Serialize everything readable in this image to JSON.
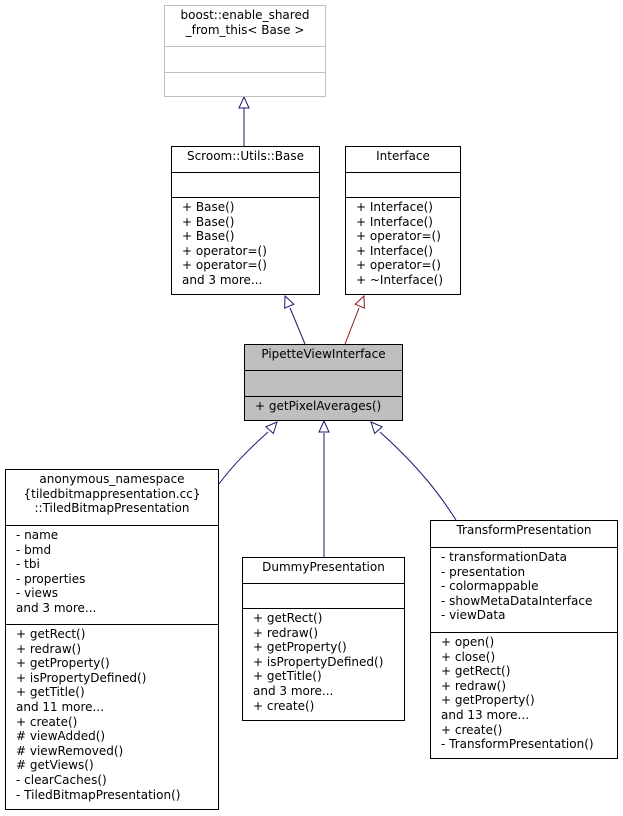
{
  "classes": [
    {
      "id": "enable-shared",
      "title": [
        "boost::enable_shared",
        "_from_this< Base >"
      ],
      "attributes": [],
      "methods": []
    },
    {
      "id": "scroom-base",
      "title": [
        "Scroom::Utils::Base"
      ],
      "attributes": [],
      "methods": [
        "+ Base()",
        "+ Base()",
        "+ Base()",
        "+ operator=()",
        "+ operator=()",
        "and 3 more..."
      ]
    },
    {
      "id": "interface",
      "title": [
        "Interface"
      ],
      "attributes": [],
      "methods": [
        "+ Interface()",
        "+ Interface()",
        "+ operator=()",
        "+ Interface()",
        "+ operator=()",
        "+ ~Interface()"
      ]
    },
    {
      "id": "pipette-view-interface",
      "title": [
        "PipetteViewInterface"
      ],
      "attributes": [],
      "methods": [
        "+ getPixelAverages()"
      ]
    },
    {
      "id": "tiled-bitmap-presentation",
      "title": [
        "anonymous_namespace",
        "{tiledbitmappresentation.cc}",
        "::TiledBitmapPresentation"
      ],
      "attributes": [
        "- name",
        "- bmd",
        "- tbi",
        "- properties",
        "- views",
        "and 3 more..."
      ],
      "methods": [
        "+ getRect()",
        "+ redraw()",
        "+ getProperty()",
        "+ isPropertyDefined()",
        "+ getTitle()",
        "and 11 more...",
        "+ create()",
        "# viewAdded()",
        "# viewRemoved()",
        "# getViews()",
        "- clearCaches()",
        "- TiledBitmapPresentation()"
      ]
    },
    {
      "id": "dummy-presentation",
      "title": [
        "DummyPresentation"
      ],
      "attributes": [],
      "methods": [
        "+ getRect()",
        "+ redraw()",
        "+ getProperty()",
        "+ isPropertyDefined()",
        "+ getTitle()",
        "and 3 more...",
        "+ create()"
      ]
    },
    {
      "id": "transform-presentation",
      "title": [
        "TransformPresentation"
      ],
      "attributes": [
        "- transformationData",
        "- presentation",
        "- colormappable",
        "- showMetaDataInterface",
        "- viewData"
      ],
      "methods": [
        "+ open()",
        "+ close()",
        "+ getRect()",
        "+ redraw()",
        "+ getProperty()",
        "and 13 more...",
        "+ create()",
        "- TransformPresentation()"
      ]
    }
  ],
  "edges": [
    {
      "from": "scroom-base",
      "to": "enable-shared",
      "color": "#191970"
    },
    {
      "from": "pipette-view-interface",
      "to": "scroom-base",
      "color": "#191970"
    },
    {
      "from": "pipette-view-interface",
      "to": "interface",
      "color": "#8b1a1a"
    },
    {
      "from": "tiled-bitmap-presentation",
      "to": "pipette-view-interface",
      "color": "#191970"
    },
    {
      "from": "dummy-presentation",
      "to": "pipette-view-interface",
      "color": "#191970"
    },
    {
      "from": "transform-presentation",
      "to": "pipette-view-interface",
      "color": "#191970"
    }
  ],
  "colors": {
    "highlight_fill": "#bfbfbf",
    "gray_border": "#bfbfbf"
  }
}
